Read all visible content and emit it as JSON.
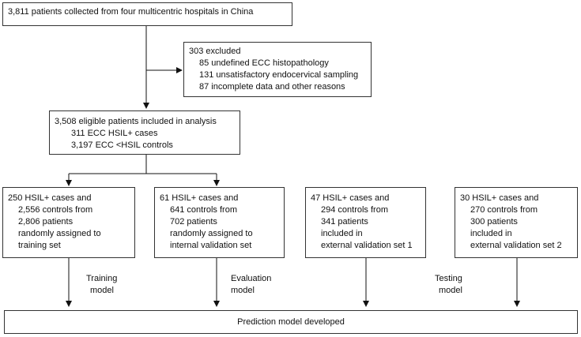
{
  "top_box": {
    "line1": "3,811 patients collected from four multicentric hospitals in China"
  },
  "excluded_box": {
    "title": "303 excluded",
    "reasons": [
      "85 undefined ECC histopathology",
      "131 unsatisfactory endocervical sampling",
      "87 incomplete data and other reasons"
    ]
  },
  "eligible_box": {
    "title": "3,508 eligible patients included in analysis",
    "lines": [
      "311 ECC HSIL+ cases",
      "3,197 ECC <HSIL controls"
    ]
  },
  "groups": [
    {
      "lines": [
        "250 HSIL+ cases and",
        "2,556 controls from",
        "2,806 patients",
        "randomly assigned to",
        "training set"
      ]
    },
    {
      "lines": [
        "61 HSIL+ cases and",
        "641 controls from",
        "702 patients",
        "randomly assigned to",
        "internal validation set"
      ]
    },
    {
      "lines": [
        "47 HSIL+ cases and",
        "294 controls from",
        "341 patients",
        "included in",
        "external validation set 1"
      ]
    },
    {
      "lines": [
        "30 HSIL+ cases and",
        "270 controls from",
        "300 patients",
        "included in",
        "external validation set 2"
      ]
    }
  ],
  "arrow_labels": {
    "training": [
      "Training",
      "model"
    ],
    "evaluation": [
      "Evaluation",
      "model"
    ],
    "testing": [
      "Testing",
      "model"
    ]
  },
  "bottom_box": {
    "label": "Prediction model developed"
  }
}
